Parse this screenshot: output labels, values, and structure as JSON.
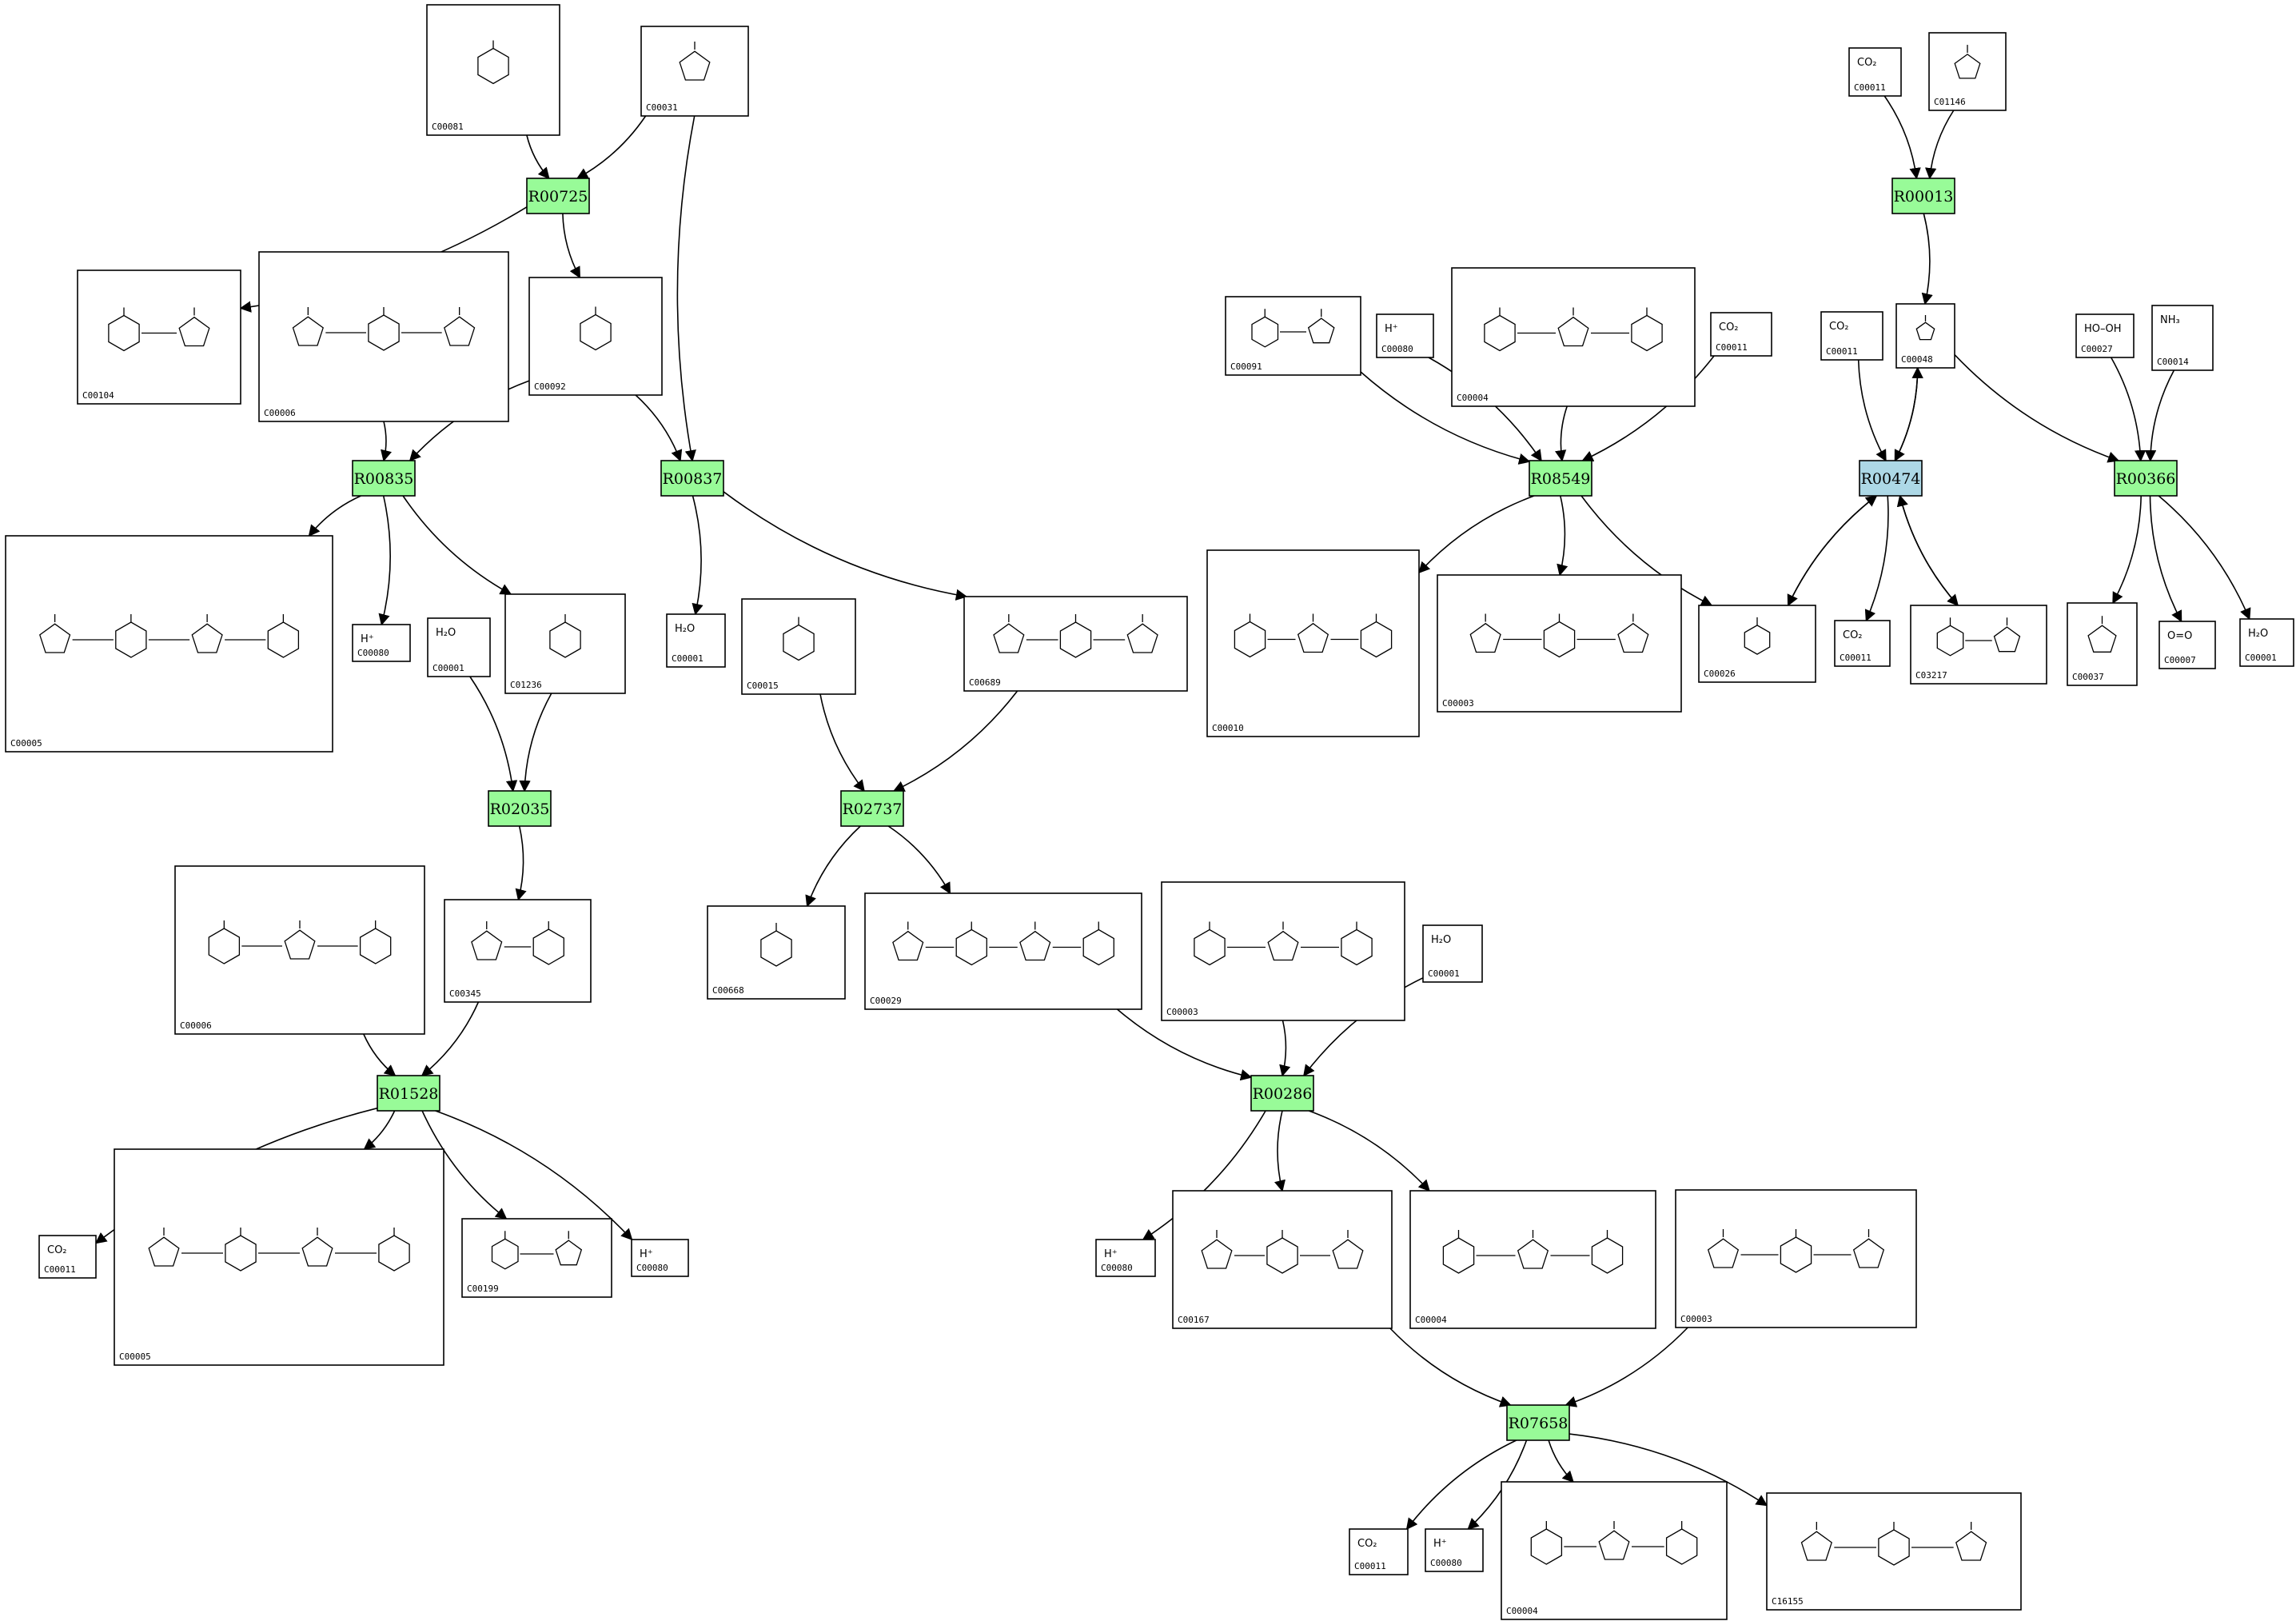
{
  "colors": {
    "reaction": "#98fb98",
    "reaction_highlight": "#add8e6",
    "box_stroke": "#000000",
    "background": "#ffffff"
  },
  "compound_node_text": {
    "C00080": "H⁺",
    "C00001": "H₂O",
    "C00011": "CO₂",
    "C00007": "O=O",
    "C00027": "HO–OH",
    "C00014": "NH₃"
  },
  "reactions": [
    {
      "id": "R00725",
      "highlight": false
    },
    {
      "id": "R00835",
      "highlight": false
    },
    {
      "id": "R00837",
      "highlight": false
    },
    {
      "id": "R02035",
      "highlight": false
    },
    {
      "id": "R01528",
      "highlight": false
    },
    {
      "id": "R02737",
      "highlight": false
    },
    {
      "id": "R00286",
      "highlight": false
    },
    {
      "id": "R07658",
      "highlight": false
    },
    {
      "id": "R08549",
      "highlight": false
    },
    {
      "id": "R00013",
      "highlight": false
    },
    {
      "id": "R00474",
      "highlight": true
    },
    {
      "id": "R00366",
      "highlight": false
    }
  ],
  "compounds": [
    {
      "id": "C00081"
    },
    {
      "id": "C00031"
    },
    {
      "id": "C00104"
    },
    {
      "id": "C00006"
    },
    {
      "id": "C00092"
    },
    {
      "id": "C00005"
    },
    {
      "id": "C00080"
    },
    {
      "id": "C00001"
    },
    {
      "id": "C01236"
    },
    {
      "id": "C00001"
    },
    {
      "id": "C00015"
    },
    {
      "id": "C00689"
    },
    {
      "id": "C00006"
    },
    {
      "id": "C00345"
    },
    {
      "id": "C00011"
    },
    {
      "id": "C00005"
    },
    {
      "id": "C00199"
    },
    {
      "id": "C00080"
    },
    {
      "id": "C00668"
    },
    {
      "id": "C00029"
    },
    {
      "id": "C00003"
    },
    {
      "id": "C00001"
    },
    {
      "id": "C00080"
    },
    {
      "id": "C00167"
    },
    {
      "id": "C00004"
    },
    {
      "id": "C00003"
    },
    {
      "id": "C00011"
    },
    {
      "id": "C00080"
    },
    {
      "id": "C00004"
    },
    {
      "id": "C16155"
    },
    {
      "id": "C00091"
    },
    {
      "id": "C00080"
    },
    {
      "id": "C00004"
    },
    {
      "id": "C00011"
    },
    {
      "id": "C00010"
    },
    {
      "id": "C00003"
    },
    {
      "id": "C00011"
    },
    {
      "id": "C01146"
    },
    {
      "id": "C00011"
    },
    {
      "id": "C00048"
    },
    {
      "id": "C00027"
    },
    {
      "id": "C00014"
    },
    {
      "id": "C00026"
    },
    {
      "id": "C00011"
    },
    {
      "id": "C03217"
    },
    {
      "id": "C00037"
    },
    {
      "id": "C00007"
    },
    {
      "id": "C00001"
    }
  ]
}
